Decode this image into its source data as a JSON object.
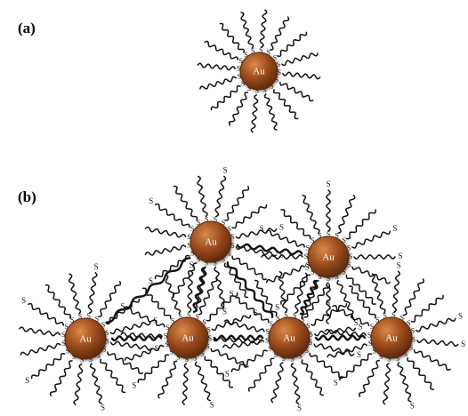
{
  "panels": [
    {
      "label": "(a)"
    },
    {
      "label": "(b)"
    }
  ],
  "particle_label": "Au",
  "ligand_end_label": "S",
  "colors": {
    "particle_fill": "#9a4a1c",
    "particle_dark": "#5c2a0c",
    "particle_light": "#cf7a3c",
    "ligand_stroke": "#111111",
    "text_on_particle": "#ffffff"
  }
}
